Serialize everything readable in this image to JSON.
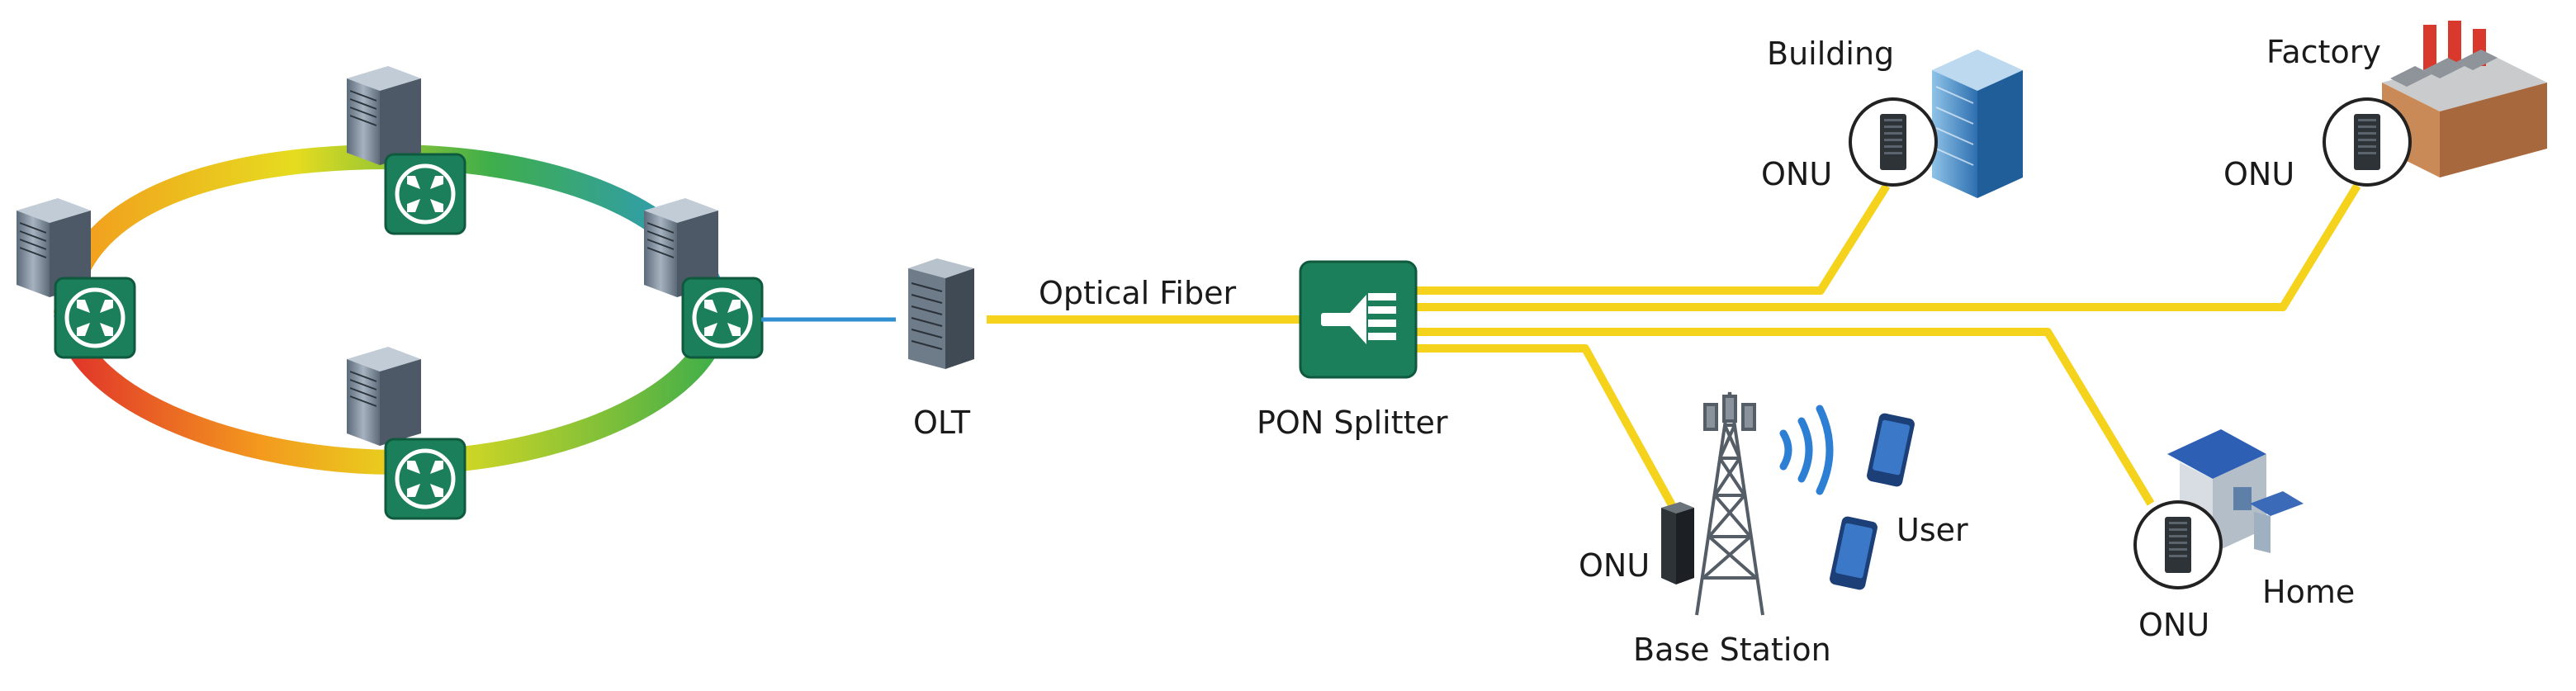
{
  "labels": {
    "olt": "OLT",
    "optical_fiber": "Optical Fiber",
    "pon_splitter": "PON Splitter",
    "building": "Building",
    "factory": "Factory",
    "home": "Home",
    "base_station": "Base Station",
    "user": "User",
    "onu_building": "ONU",
    "onu_factory": "ONU",
    "onu_home": "ONU",
    "onu_base_station": "ONU"
  },
  "colors": {
    "fiber": "#f5d31c",
    "link": "#2f8fd1",
    "router_green": "#1b7f5b",
    "ring_red": "#e0322a",
    "ring_orange": "#f39a1e",
    "ring_yellow": "#e6dc1f",
    "ring_green": "#3fae4a",
    "ring_blue": "#2b98c9",
    "wireless": "#2d7fd4"
  },
  "icons": {
    "router": "router-arrows-icon",
    "server": "server-rack-icon",
    "olt": "olt-rack-icon",
    "splitter": "splitter-icon",
    "onu": "onu-device-icon",
    "tower": "radio-tower-icon",
    "phone": "smartphone-icon",
    "wifi": "wireless-waves-icon"
  }
}
